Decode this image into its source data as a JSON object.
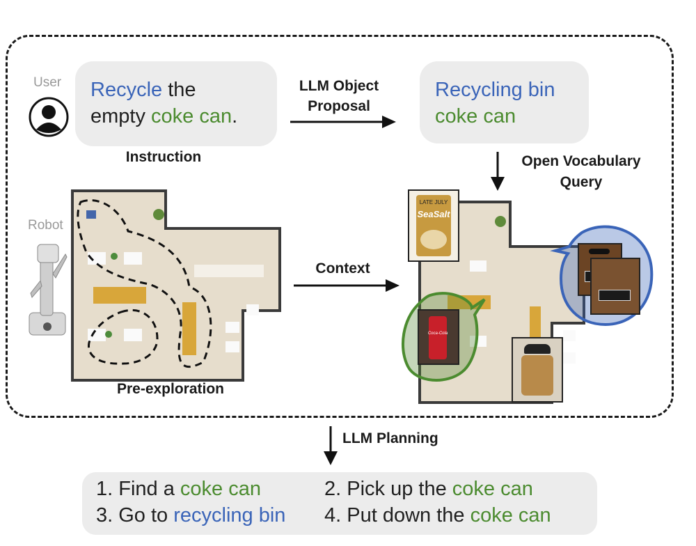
{
  "user": {
    "label": "User",
    "instruction": {
      "w1": "Recycle",
      "w2": " the",
      "w3": "empty ",
      "w4": "coke can",
      "w5": "."
    },
    "instruction_caption": "Instruction"
  },
  "proposal": {
    "arrow_label_1": "LLM Object",
    "arrow_label_2": "Proposal",
    "object_1": "Recycling bin",
    "object_2": "coke can"
  },
  "query": {
    "line_1": "Open Vocabulary",
    "line_2": "Query"
  },
  "robot": {
    "label": "Robot",
    "map_caption": "Pre-exploration"
  },
  "context": {
    "label": "Context"
  },
  "thumbs": {
    "chips_brand": "LATE JULY",
    "chips_name": "SeaSalt",
    "can_brand": "Coca-Cola"
  },
  "planning": {
    "label": "LLM Planning",
    "steps": [
      {
        "prefix": "1. Find a ",
        "object": "coke can",
        "color": "green"
      },
      {
        "prefix": "2. Pick up the ",
        "object": "coke can",
        "color": "green"
      },
      {
        "prefix": "3. Go to ",
        "object": "recycling bin",
        "color": "blue"
      },
      {
        "prefix": "4. Put down the ",
        "object": "coke can",
        "color": "green"
      }
    ]
  },
  "colors": {
    "blue": "#3a64b8",
    "green": "#4b8b2f",
    "bubble": "#ececec"
  }
}
